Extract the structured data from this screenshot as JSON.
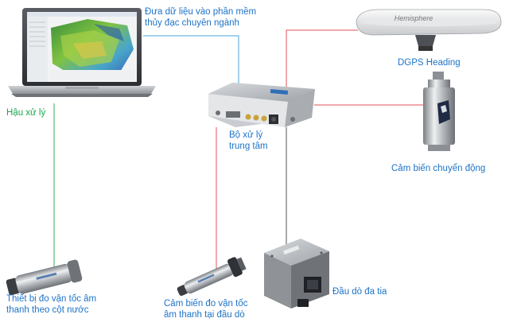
{
  "labels": {
    "software_l1": "Đưa dữ liệu vào phần mềm",
    "software_l2": "thủy đạc chuyên ngành",
    "postprocess": "Hậu xử lý",
    "gps": "DGPS Heading",
    "processor_l1": "Bộ xử lý",
    "processor_l2": "trung tâm",
    "motion": "Cảm biến chuyển động",
    "svp_l1": "Thiết bị đo vận tốc âm",
    "svp_l2": "thanh theo cột nước",
    "svs_l1": "Cảm biến đo vận tốc",
    "svs_l2": "âm thanh tại đầu dò",
    "multibeam": "Đầu dò đa tia"
  },
  "gps_brand": "Hemisphere",
  "colors": {
    "text_blue": "#1e73c8",
    "text_green": "#1aa84b",
    "line_blue": "#4aa3d8",
    "line_green": "#2fb24f",
    "line_red": "#e0505a",
    "line_dark": "#555555"
  }
}
